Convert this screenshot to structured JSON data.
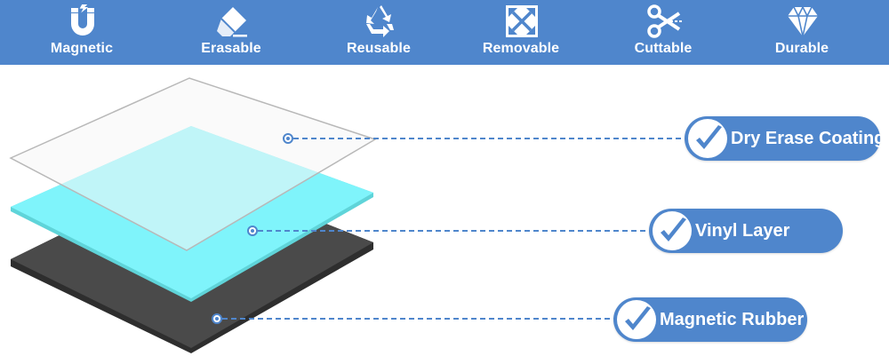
{
  "features": [
    {
      "label": "Magnetic",
      "icon": "magnet-icon"
    },
    {
      "label": "Erasable",
      "icon": "eraser-icon"
    },
    {
      "label": "Reusable",
      "icon": "recycle-icon"
    },
    {
      "label": "Removable",
      "icon": "move-arrows-icon"
    },
    {
      "label": "Cuttable",
      "icon": "scissors-icon"
    },
    {
      "label": "Durable",
      "icon": "diamond-icon"
    }
  ],
  "layers": [
    {
      "label": "Dry Erase Coating",
      "color": "#f6f6f6"
    },
    {
      "label": "Vinyl Layer",
      "color": "#7ff5fb"
    },
    {
      "label": "Magnetic Rubber",
      "color": "#4a4a4a"
    }
  ],
  "colors": {
    "accent": "#4f86cc",
    "white": "#ffffff"
  }
}
